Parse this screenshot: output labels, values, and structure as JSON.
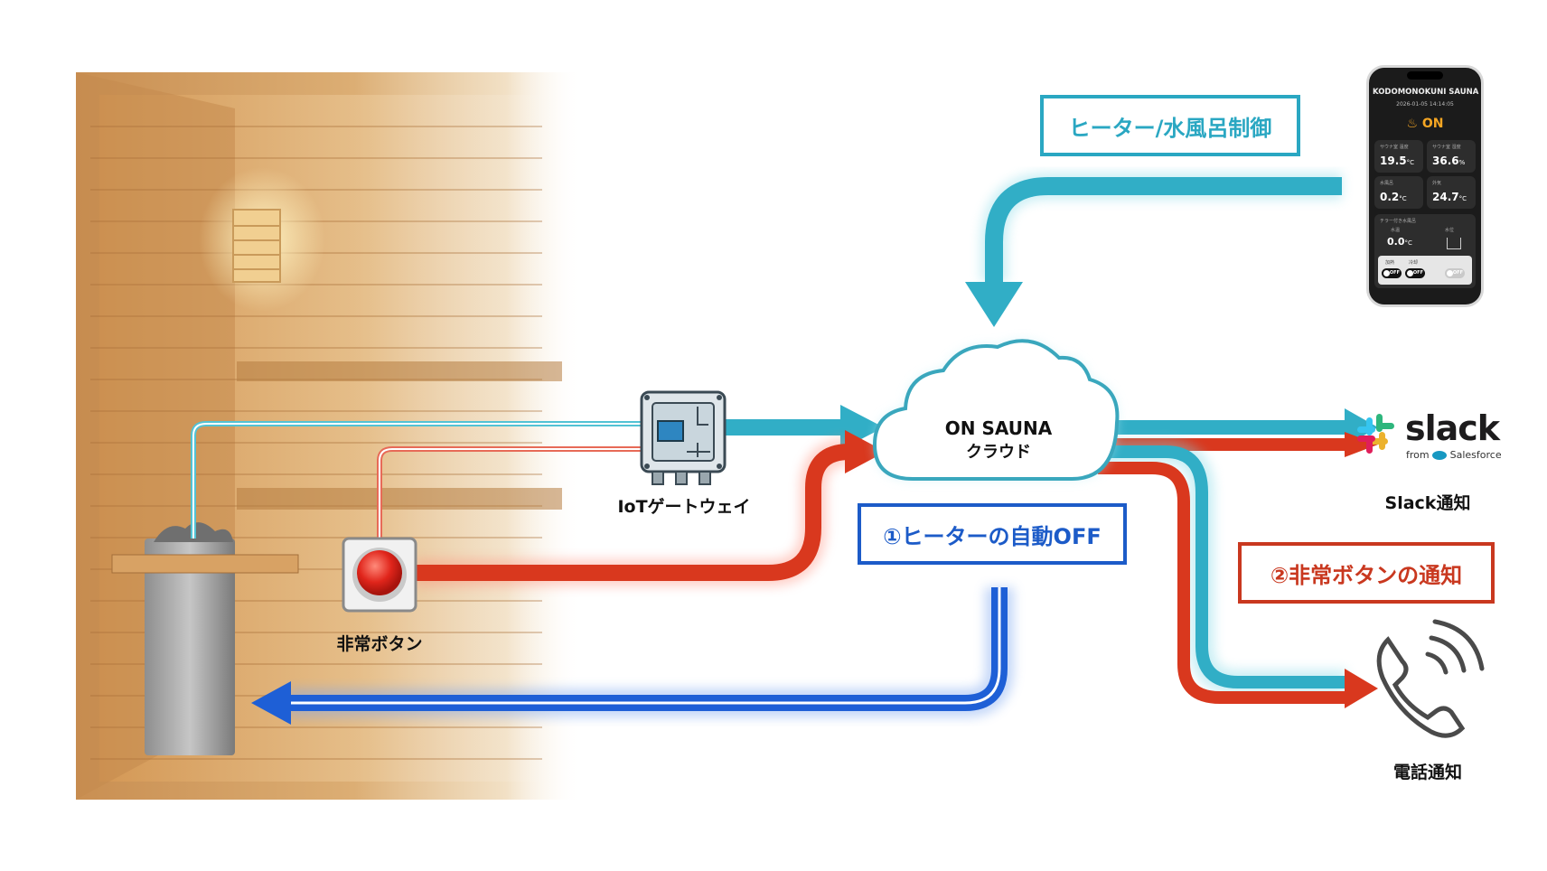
{
  "nodes": {
    "cloud_line1": "ON SAUNA",
    "cloud_line2": "クラウド",
    "gateway": "IoTゲートウェイ",
    "emergency_button": "非常ボタン",
    "slack_notify": "Slack通知",
    "phone_notify": "電話通知"
  },
  "boxes": {
    "heater_control": "ヒーター/水風呂制御",
    "auto_off": "①ヒーターの自動OFF",
    "emergency_notify": "②非常ボタンの通知"
  },
  "slack_logo": {
    "word": "slack",
    "sub_from": "from",
    "sub_brand": "Salesforce"
  },
  "phone_app": {
    "title": "KODOMONOKUNI SAUNA PA",
    "date": "2026-01-05 14:14:05",
    "status": "ON",
    "readings": [
      {
        "label": "サウナ室 温度",
        "value": "19.5",
        "unit": "°C"
      },
      {
        "label": "サウナ室 湿度",
        "value": "36.6",
        "unit": "%"
      },
      {
        "label": "水風呂",
        "value": "0.2",
        "unit": "°C"
      },
      {
        "label": "外気",
        "value": "24.7",
        "unit": "°C"
      }
    ],
    "chiller": {
      "label": "チラー付き水風呂",
      "sub1": "水温",
      "value": "0.0",
      "unit": "°C",
      "sub2": "水位"
    },
    "toggles": [
      {
        "label": "加熱",
        "state": "OFF"
      },
      {
        "label": "冷却",
        "state": "OFF"
      },
      {
        "label": "",
        "state": "OFF"
      }
    ]
  },
  "colors": {
    "teal": "#1aa3bd",
    "red": "#d9381e",
    "blue": "#1565d8",
    "heater_box_border": "#2aa7c2",
    "auto_off_border": "#1c5bc8",
    "emergency_box_border": "#c9381f"
  }
}
